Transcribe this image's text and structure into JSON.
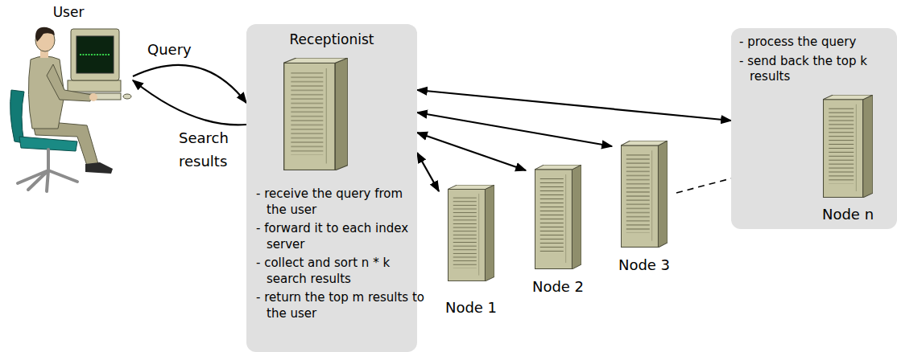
{
  "diagram": {
    "nodes": [
      {
        "text": [
          "User"
        ]
      },
      {
        "text": [
          "Receptionist",
          "- receive the query from the user",
          "- forward it to each index server",
          "- collect and sort n * k search results",
          "- return the top m results to the user"
        ]
      },
      {
        "text": [
          "Node 1"
        ]
      },
      {
        "text": [
          "Node 2"
        ]
      },
      {
        "text": [
          "Node 3"
        ]
      },
      {
        "text": [
          "- process the query",
          "- send back the top k results",
          "Node n"
        ]
      }
    ],
    "edges": [
      {
        "from": 0,
        "to": 1,
        "arrow": "to",
        "label": "Query"
      },
      {
        "from": 1,
        "to": 0,
        "arrow": "to",
        "label": "Search results"
      },
      {
        "from": 1,
        "to": 2,
        "arrow": "both"
      },
      {
        "from": 1,
        "to": 3,
        "arrow": "both"
      },
      {
        "from": 1,
        "to": 4,
        "arrow": "both"
      },
      {
        "from": 1,
        "to": 5,
        "arrow": "both"
      },
      {
        "from": 4,
        "to": 5,
        "arrow": "none"
      }
    ]
  }
}
